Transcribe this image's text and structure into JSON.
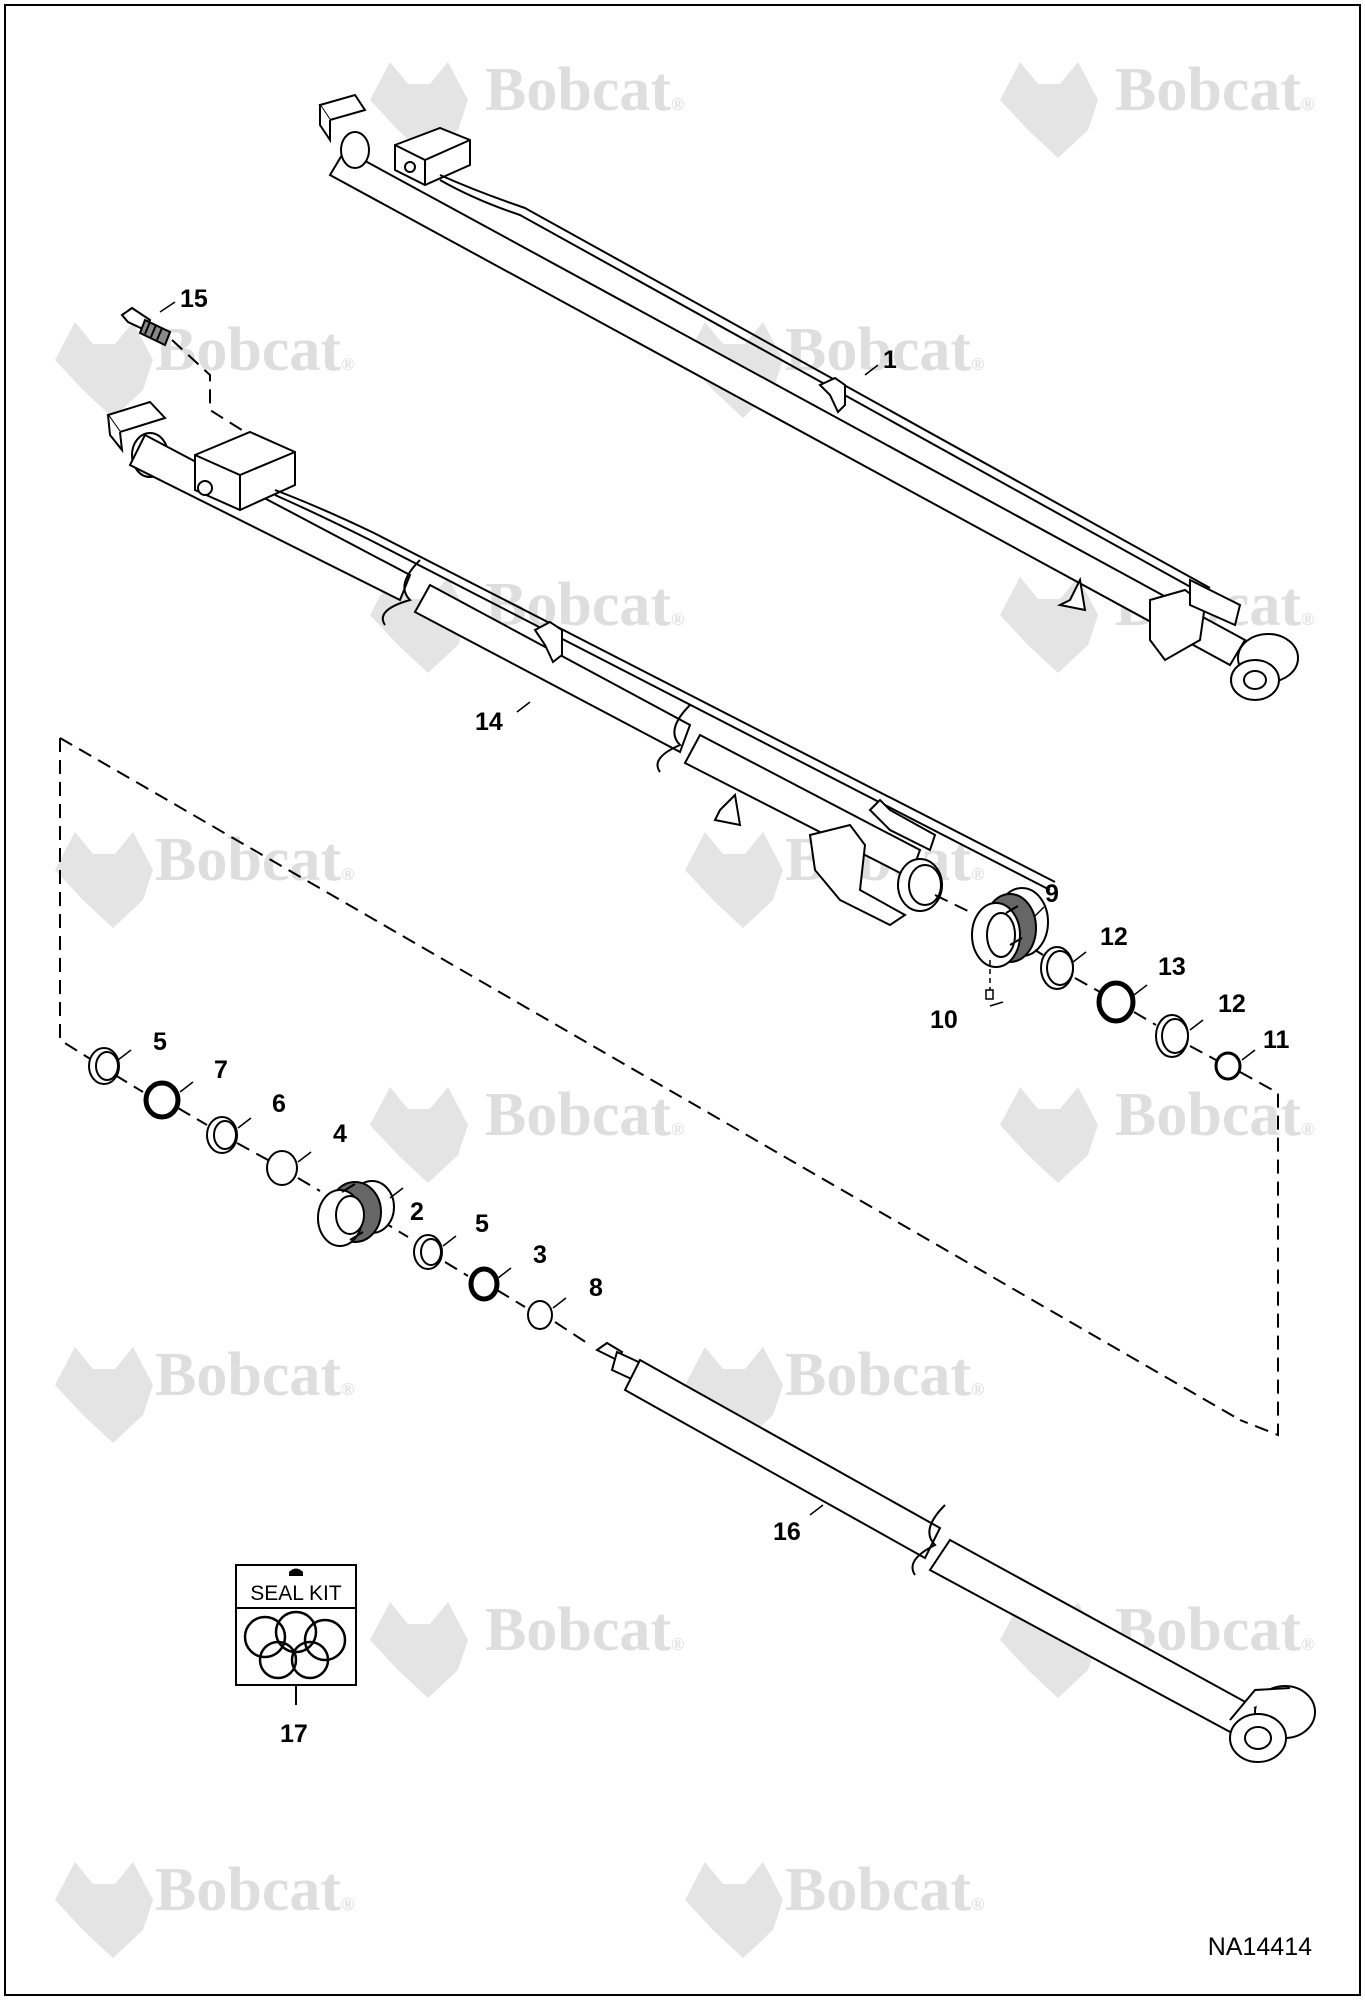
{
  "watermark": {
    "text": "Bobcat",
    "mark": "®"
  },
  "drawing_id": "NA14414",
  "seal_kit_label": "SEAL KIT",
  "callouts": [
    "1",
    "2",
    "3",
    "4",
    "5",
    "5",
    "6",
    "7",
    "8",
    "9",
    "10",
    "11",
    "12",
    "12",
    "13",
    "14",
    "15",
    "16",
    "17"
  ],
  "colors": {
    "line": "#000000",
    "watermark": "#dedede",
    "background": "#ffffff"
  }
}
